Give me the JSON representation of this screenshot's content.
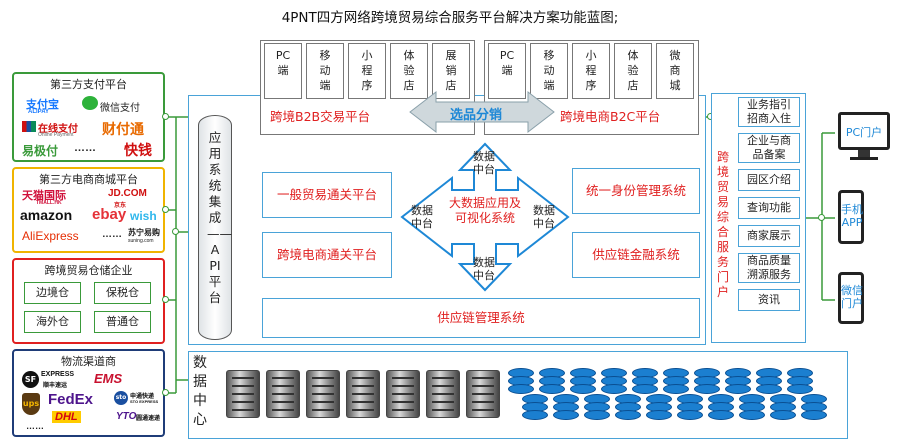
{
  "title": "4PNT四方网络跨境贸易综合服务平台解决方案功能蓝图;",
  "left_panels": {
    "payment": {
      "title": "第三方支付平台",
      "logos": [
        "支付宝",
        "ALIPAY",
        "微信支付",
        "在线支付",
        "Online Payment",
        "财付通",
        "易极付",
        "……",
        "快钱"
      ]
    },
    "mall": {
      "title": "第三方电商商城平台",
      "logos": [
        "天猫国际",
        "TMALL.HK",
        "JD.COM",
        "京东",
        "amazon",
        "ebay",
        "wish",
        "AliExpress",
        "……",
        "苏宁易购",
        "suning.com"
      ]
    },
    "warehouse": {
      "title": "跨境贸易仓储企业",
      "items": [
        "边境仓",
        "保税仓",
        "海外仓",
        "普通仓"
      ]
    },
    "logistics": {
      "title": "物流渠道商",
      "logos": [
        "SF",
        "EXPRESS",
        "顺丰速运",
        "EMS",
        "ups",
        "FedEx",
        "DHL",
        "sto",
        "申通快递",
        "STO EXPRESS",
        "YTO",
        "圆通速递",
        "……"
      ]
    }
  },
  "b2b_items": [
    "PC端",
    "移动端",
    "小程序",
    "体验店",
    "展销店"
  ],
  "b2c_items": [
    "PC端",
    "移动端",
    "小程序",
    "体验店",
    "微商城"
  ],
  "b2b_platform": "跨境B2B交易平台",
  "b2c_platform": "跨境电商B2C平台",
  "selection": "选品分销",
  "api_platform": "应用系统集成——API平台",
  "general_trade": "一般贸易通关平台",
  "ecom_clearance": "跨境电商通关平台",
  "identity": "统一身份管理系统",
  "finance": "供应链金融系统",
  "supply_chain": "供应链管理系统",
  "center": "大数据应用及可视化系统",
  "data_hub": "数据中台",
  "portal_title": "跨境贸易综合服务门户",
  "portal_items": [
    "业务指引招商入住",
    "企业与商品备案",
    "园区介绍",
    "查询功能",
    "商家展示",
    "商品质量溯源服务",
    "资讯"
  ],
  "devices": [
    "PC门户",
    "手机APP",
    "微信门户"
  ],
  "data_center": "数据中心",
  "colors": {
    "blue": "#1e88d6",
    "red": "#e02020",
    "green": "#3a9a3a",
    "navy": "#1f3c78"
  }
}
